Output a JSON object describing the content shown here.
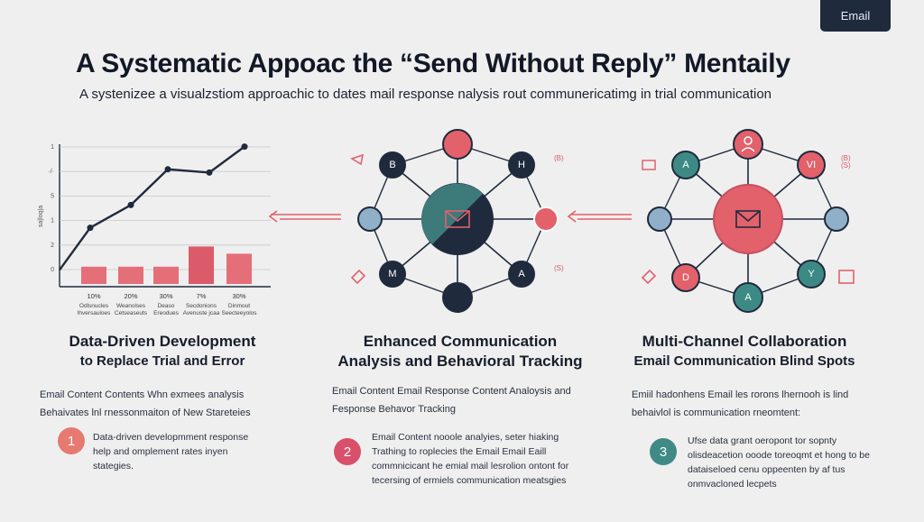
{
  "badge": {
    "label": "Email"
  },
  "header": {
    "title": "A Systematic Appoac the “Send Without Reply” Mentaily",
    "subtitle": "A systenizee a visualzstiom approachic to dates mail response nalysis rout communericatimg  in trial communication"
  },
  "chart_data": {
    "type": "bar",
    "categories": [
      "10%",
      "20%",
      "30%",
      "7%",
      "30%"
    ],
    "category_captions": [
      [
        "Odlsnucles",
        "Ihversauloes"
      ],
      [
        "Weanolses",
        "Cetseaseuts"
      ],
      [
        "Deaso",
        "Ereodues"
      ],
      [
        "Secdonions",
        "Avenuste jcaa"
      ],
      [
        "Dinmout",
        "Seecteeyolos"
      ]
    ],
    "values": [
      1.2,
      1.2,
      1.2,
      2.6,
      2.1
    ],
    "series": [
      {
        "name": "",
        "x": [
          0,
          1,
          2,
          3,
          4,
          5
        ],
        "values": [
          0.2,
          2.8,
          4.2,
          6.4,
          6.2,
          7.8
        ]
      }
    ],
    "y_ticks": [
      "1",
      "·/·",
      "5",
      "1",
      "2",
      "0"
    ],
    "y_sidelabel": "sa|loq|a",
    "grid": true,
    "colors": {
      "bars": "#e2616b",
      "bar_alt": "#d94a5b",
      "line": "#1f2a3d"
    }
  },
  "diagram_mid": {
    "center_icon": "envelope-icon",
    "nodes": [
      "B",
      "H",
      "",
      "",
      "M",
      "A",
      "",
      ""
    ],
    "side_marks": [
      "(B)",
      "(S)"
    ],
    "colors": {
      "center_a": "#3d7a7a",
      "center_b": "#1f2a3d",
      "accent": "#e2616b",
      "blue": "#8fb0c8"
    }
  },
  "diagram_right": {
    "center_icon": "envelope-icon",
    "nodes": [
      "A",
      "VI",
      "",
      "",
      "D",
      "Y",
      "A",
      ""
    ],
    "side_marks": [
      "(B)",
      "(S)"
    ],
    "colors": {
      "center": "#e2616b",
      "teal": "#3d8a85",
      "blue": "#8fb0c8",
      "dark": "#1f2a3d"
    }
  },
  "columns": [
    {
      "title_line1": "Data-Driven Development",
      "title_line2": "to Replace Trial and Error",
      "desc": "Email Content Contents Whn exmees analysis Behaivates lnl rnessonmaiton of New Stareteies",
      "step_number": "1",
      "step_text": "Data-driven developmment response help and omplement rates inyen stategies.",
      "step_color": "#e67a70"
    },
    {
      "title_line1": "Enhanced Communication",
      "title_line2": "Analysis and  Behavioral Tracking",
      "desc": "Email Content Email Response Content  Analoysis and  Fesponse Behavor  Tracking",
      "step_number": "2",
      "step_text": "Email Content  nooole analyies, seter hiaking Trathing to  roplecies the Email Email Eaill commnicicant he emial mail lesrolion ontont for tecersing of ermiels communication meatsgies",
      "step_color": "#d9506a"
    },
    {
      "title_line1": "Multi-Channel Collaboration",
      "title_line2": "Email Communication Blind Spots",
      "desc": "Emiil hadonhens Email les rorons lhernooh is lind behaivlol is communication rneomtent:",
      "step_number": "3",
      "step_text": "Ufse data grant oeropont  tor sopnty olisdeacetion ooode toreoqmt  et  hong to be dataiseloed cenu oppeenten by af tus onmvacloned lecpets",
      "step_color": "#3f8a86"
    }
  ]
}
